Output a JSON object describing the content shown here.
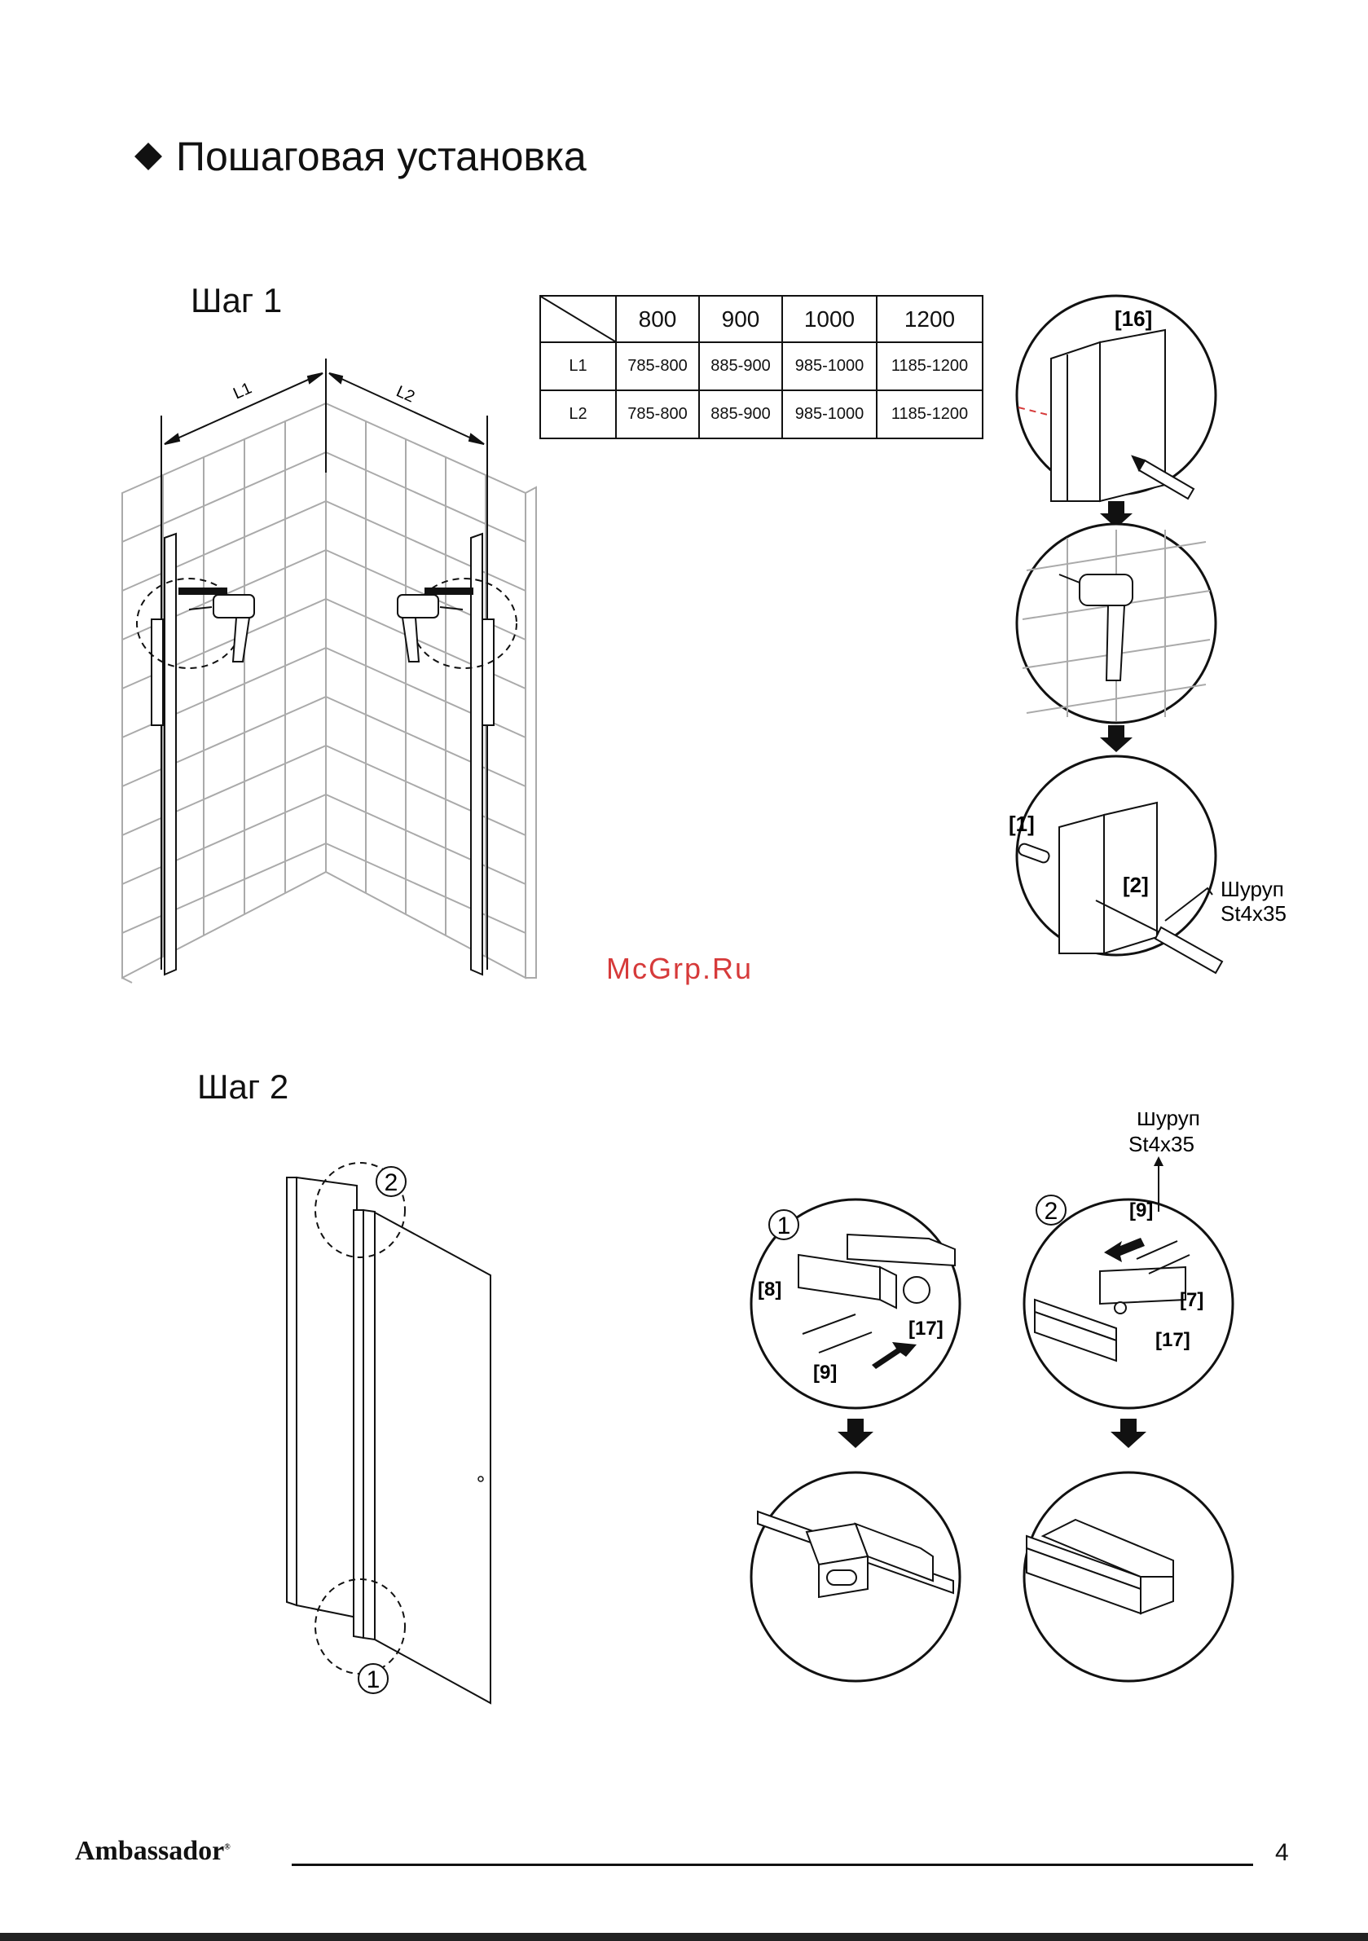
{
  "heading": "Пошаговая установка",
  "step1": {
    "label": "Шаг 1",
    "dims": {
      "l1": "L1",
      "l2": "L2"
    },
    "table": {
      "columns": [
        "800",
        "900",
        "1000",
        "1200"
      ],
      "rows": [
        {
          "label": "L1",
          "values": [
            "785-800",
            "885-900",
            "985-1000",
            "1185-1200"
          ]
        },
        {
          "label": "L2",
          "values": [
            "785-800",
            "885-900",
            "985-1000",
            "1185-1200"
          ]
        }
      ]
    },
    "callouts": {
      "part16": "[16]",
      "part1": "[1]",
      "part2": "[2]",
      "screw_line1": "Шуруп",
      "screw_line2": "St4x35"
    }
  },
  "step2": {
    "label": "Шаг 2",
    "markers": {
      "one": "1",
      "two": "2"
    },
    "callouts": {
      "part8": "[8]",
      "part9a": "[9]",
      "part17a": "[17]",
      "part9b": "[9]",
      "part7": "[7]",
      "part17b": "[17]",
      "screw_line1": "Шуруп",
      "screw_line2": "St4x35"
    }
  },
  "watermark": "McGrp.Ru",
  "footer": {
    "brand": "Ambassador",
    "reg": "®",
    "page": "4"
  }
}
